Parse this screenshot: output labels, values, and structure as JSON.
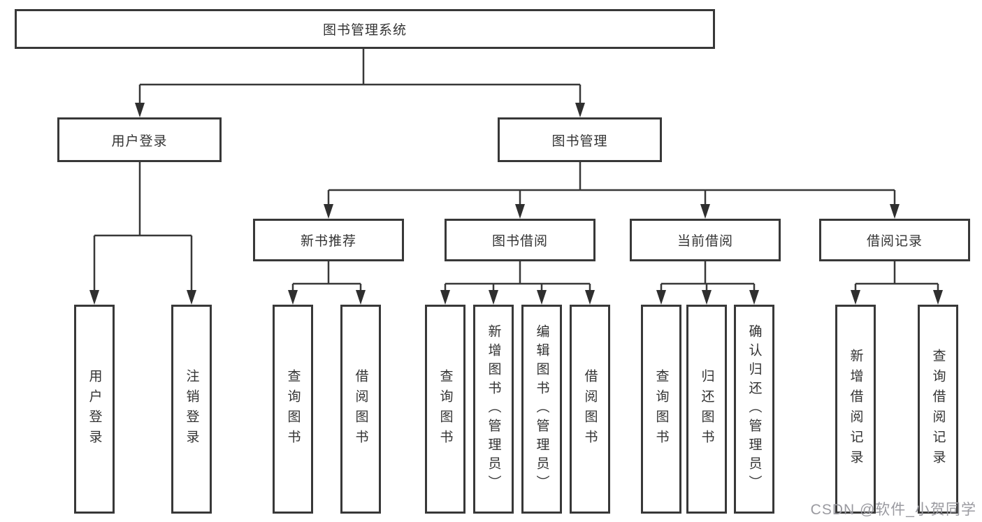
{
  "diagram": {
    "title_node": {
      "label": "图书管理系统"
    },
    "branches": [
      {
        "label": "用户登录",
        "children": [
          {
            "label": "用户登录"
          },
          {
            "label": "注销登录"
          }
        ]
      },
      {
        "label": "图书管理",
        "children": [
          {
            "label": "新书推荐",
            "children": [
              {
                "label": "查询图书"
              },
              {
                "label": "借阅图书"
              }
            ]
          },
          {
            "label": "图书借阅",
            "children": [
              {
                "label": "查询图书"
              },
              {
                "label": "新增图书（管理员）"
              },
              {
                "label": "编辑图书（管理员）"
              },
              {
                "label": "借阅图书"
              }
            ]
          },
          {
            "label": "当前借阅",
            "children": [
              {
                "label": "查询图书"
              },
              {
                "label": "归还图书"
              },
              {
                "label": "确认归还（管理员）"
              }
            ]
          },
          {
            "label": "借阅记录",
            "children": [
              {
                "label": "新增借阅记录"
              },
              {
                "label": "查询借阅记录"
              }
            ]
          }
        ]
      }
    ]
  },
  "watermark": {
    "text": "CSDN @软件_小贺同学"
  },
  "colors": {
    "line": "#383838",
    "text": "#333333",
    "watermark": "#9a9aa0",
    "background": "#ffffff"
  }
}
